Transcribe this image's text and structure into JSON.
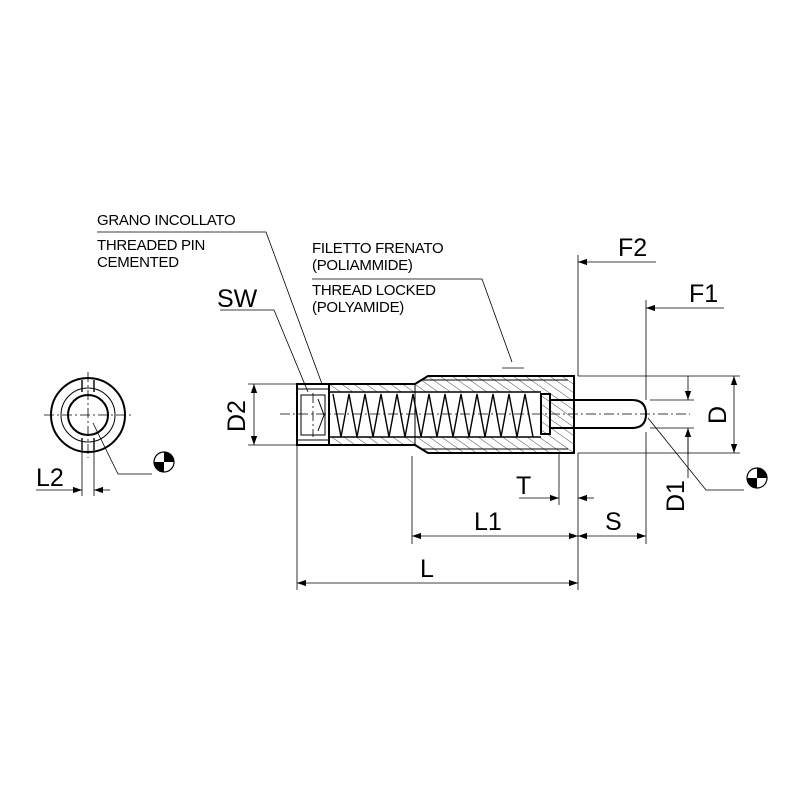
{
  "notes": {
    "grano_it": "GRANO INCOLLATO",
    "grano_en_1": "THREADED PIN",
    "grano_en_2": "CEMENTED",
    "filetto_it_1": "FILETTO FRENATO",
    "filetto_it_2": "(POLIAMMIDE)",
    "filetto_en_1": "THREAD LOCKED",
    "filetto_en_2": "(POLYAMIDE)"
  },
  "dimensions": {
    "sw": "SW",
    "d2": "D2",
    "l2": "L2",
    "f2": "F2",
    "f1": "F1",
    "d": "D",
    "d1": "D1",
    "t": "T",
    "l1": "L1",
    "s": "S",
    "l": "L"
  },
  "icons": {
    "cg_left": "center-of-gravity-icon",
    "cg_right": "center-of-gravity-icon"
  }
}
